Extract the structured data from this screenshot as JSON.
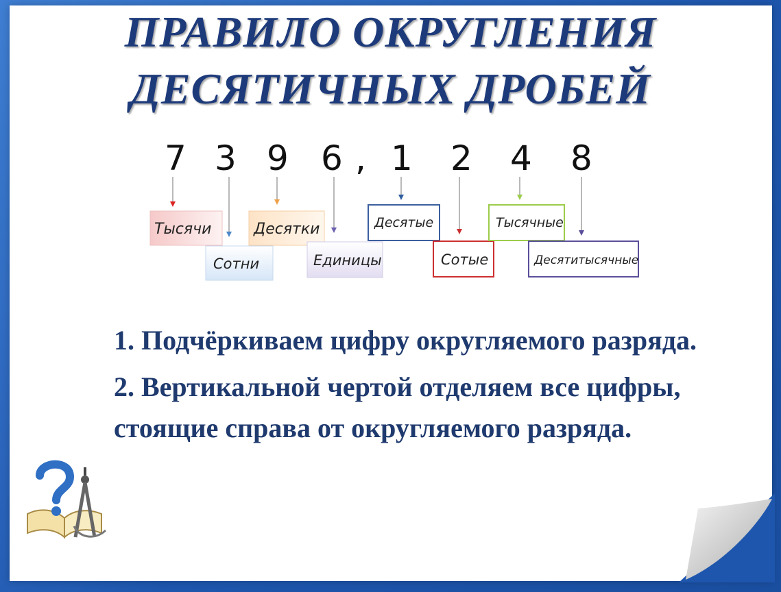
{
  "title": {
    "line1": "ПРАВИЛО ОКРУГЛЕНИЯ",
    "line2": "ДЕСЯТИЧНЫХ ДРОБЕЙ"
  },
  "number": {
    "digits": [
      "7",
      "3",
      "9",
      "6",
      ",",
      "1",
      "2",
      "4",
      "8"
    ]
  },
  "places": [
    {
      "label": "Тысячи",
      "color": "#e05a5a"
    },
    {
      "label": "Сотни",
      "color": "#6fa3d8"
    },
    {
      "label": "Десятки",
      "color": "#f0a048"
    },
    {
      "label": "Единицы",
      "color": "#8d7fc4"
    },
    {
      "label": "Десятые",
      "color": "#3c5f9e"
    },
    {
      "label": "Сотые",
      "color": "#cc2f2f"
    },
    {
      "label": "Тысячные",
      "color": "#9ccc4a"
    },
    {
      "label": "Десятитысячные",
      "color": "#5a4f9a"
    }
  ],
  "rules": [
    "1. Подчёркиваем цифру округляемого разряда.",
    "2. Вертикальной чертой отделяем все цифры, стоящие справа от округляемого разряда."
  ]
}
